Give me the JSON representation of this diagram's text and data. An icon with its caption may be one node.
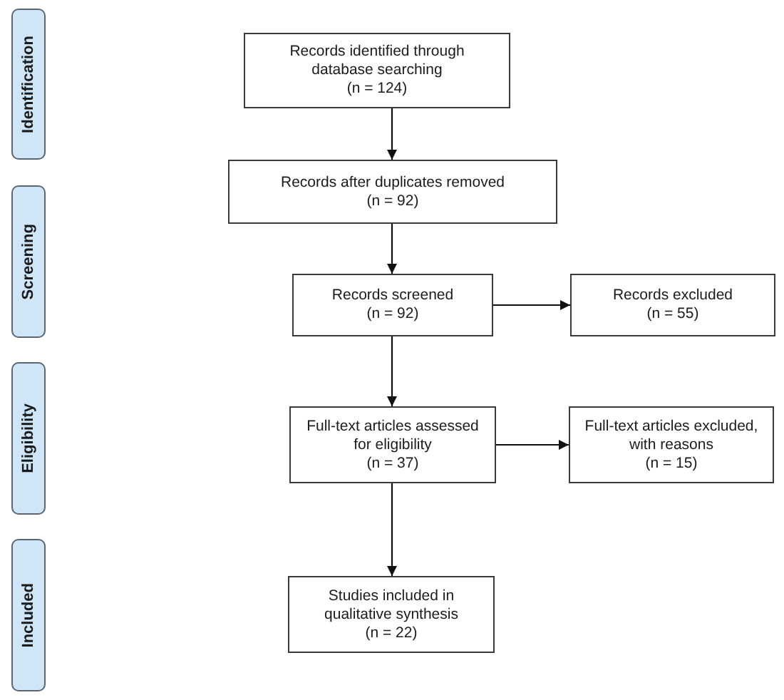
{
  "diagram": {
    "nodes": [
      {
        "text": [
          "Identification"
        ]
      },
      {
        "text": [
          "Screening"
        ]
      },
      {
        "text": [
          "Eligibility"
        ]
      },
      {
        "text": [
          "Included"
        ]
      },
      {
        "text": [
          "Records identified through database searching",
          "(n = 124)"
        ]
      },
      {
        "text": [
          "Records after duplicates removed",
          "(n = 92)"
        ]
      },
      {
        "text": [
          "Records screened",
          "(n = 92)"
        ]
      },
      {
        "text": [
          "Records excluded",
          "(n = 55)"
        ]
      },
      {
        "text": [
          "Full-text articles assessed for eligibility",
          "(n = 37)"
        ]
      },
      {
        "text": [
          "Full-text articles excluded, with reasons",
          "(n = 15)"
        ]
      },
      {
        "text": [
          "Studies included in qualitative synthesis",
          "(n = 22)"
        ]
      }
    ],
    "edges": [
      {
        "from": 4,
        "to": 5,
        "arrow": "to"
      },
      {
        "from": 5,
        "to": 6,
        "arrow": "to"
      },
      {
        "from": 6,
        "to": 7,
        "arrow": "to"
      },
      {
        "from": 6,
        "to": 8,
        "arrow": "to"
      },
      {
        "from": 8,
        "to": 9,
        "arrow": "to"
      },
      {
        "from": 8,
        "to": 10,
        "arrow": "to"
      }
    ]
  }
}
